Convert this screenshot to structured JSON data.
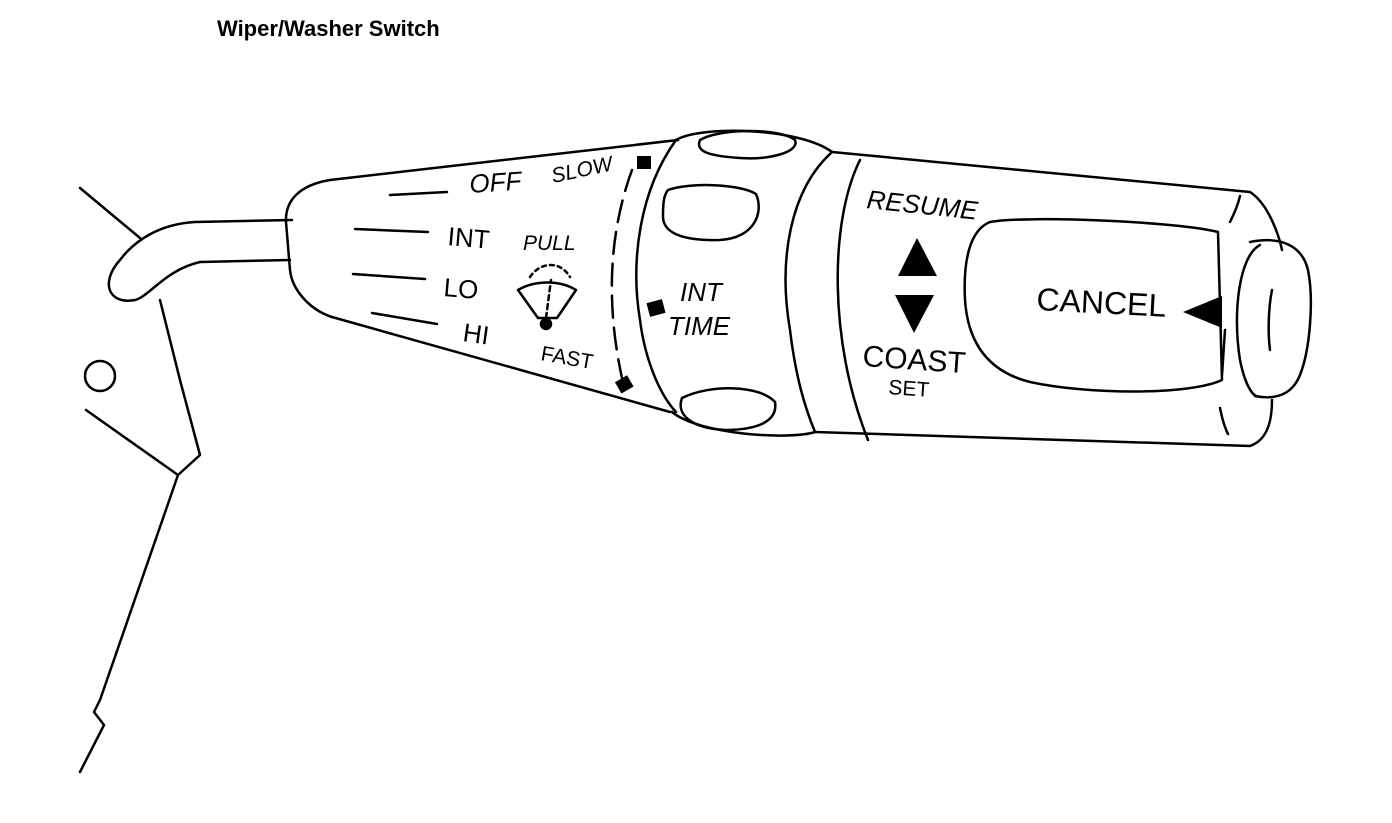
{
  "title": "Wiper/Washer Switch",
  "labels": {
    "off": "OFF",
    "slow": "SLOW",
    "int": "INT",
    "lo": "LO",
    "hi": "HI",
    "pull": "PULL",
    "fast": "FAST",
    "int_time_1": "INT",
    "int_time_2": "TIME",
    "resume": "RESUME",
    "coast": "COAST",
    "set": "SET",
    "cancel": "CANCEL"
  },
  "icons": [
    "windshield-wiper-icon",
    "up-arrow-icon",
    "down-arrow-icon",
    "left-arrow-icon"
  ]
}
